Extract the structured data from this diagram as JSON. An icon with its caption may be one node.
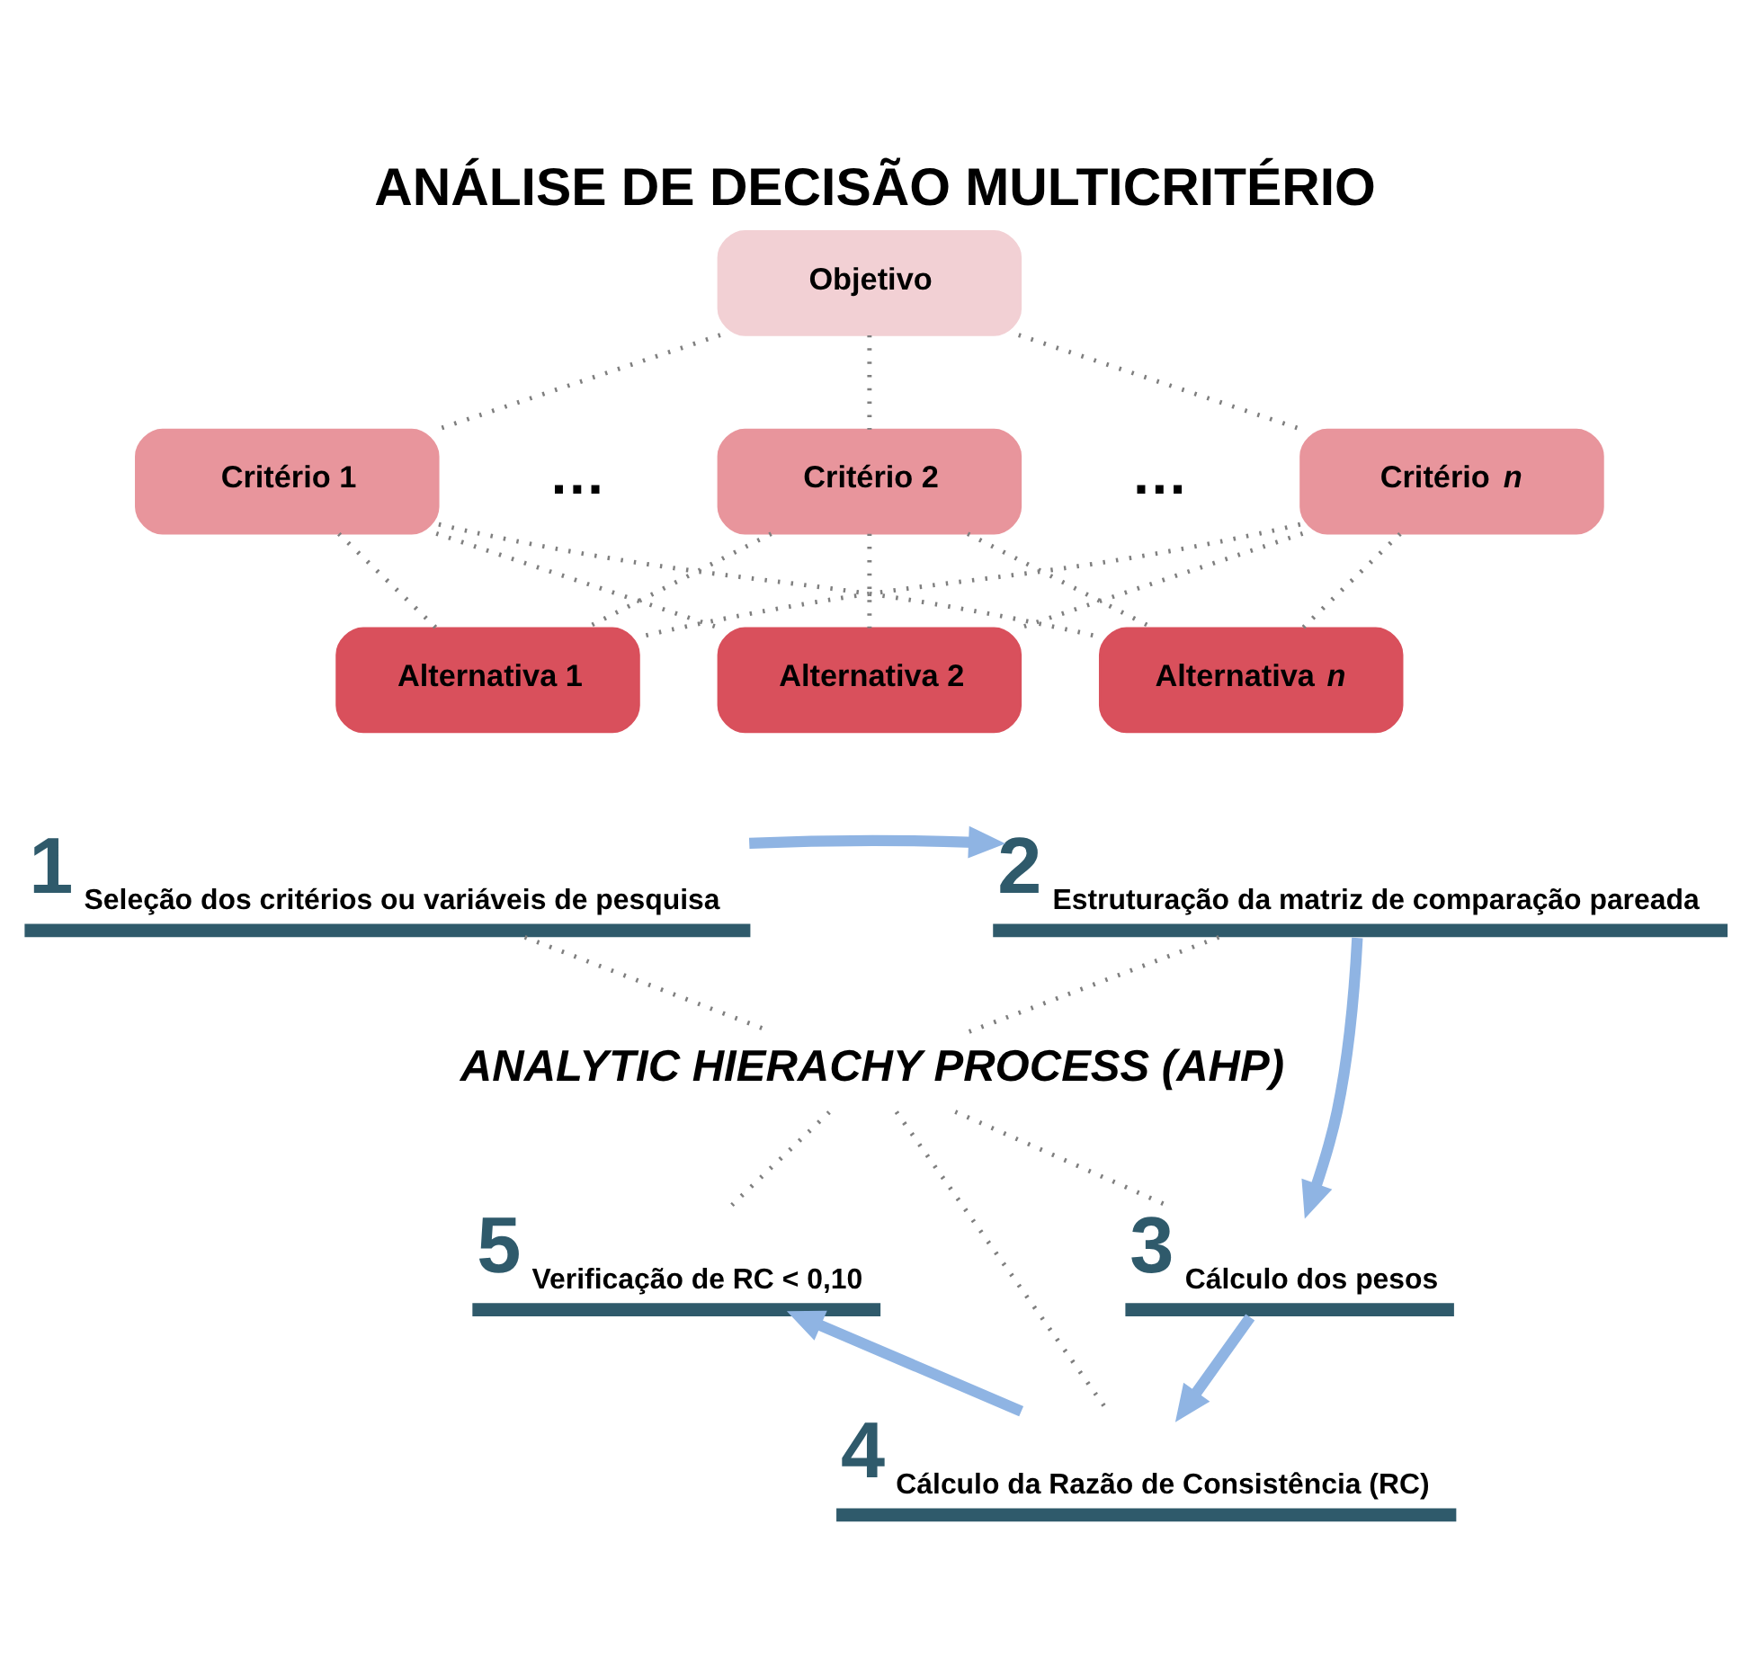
{
  "diagram": {
    "title": "ANÁLISE DE DECISÃO MULTICRITÉRIO",
    "nodes": [
      {
        "text": [
          "Objetivo"
        ]
      },
      {
        "text": [
          "Critério 1"
        ]
      },
      {
        "text": [
          "Critério 2"
        ]
      },
      {
        "text": [
          "Critério *n*"
        ]
      },
      {
        "text": [
          "Alternativa 1"
        ]
      },
      {
        "text": [
          "Alternativa 2"
        ]
      },
      {
        "text": [
          "Alternativa *n*"
        ]
      },
      {
        "text": [
          "1",
          "Seleção dos critérios ou variáveis de pesquisa"
        ]
      },
      {
        "text": [
          "2",
          "Estruturação da matriz de comparação pareada"
        ]
      },
      {
        "text": [
          "ANALYTIC HIERACHY PROCESS (AHP)"
        ]
      },
      {
        "text": [
          "5",
          "Verificação de RC < 0,10"
        ]
      },
      {
        "text": [
          "3",
          "Cálculo dos pesos"
        ]
      },
      {
        "text": [
          "4",
          "Cálculo da Razão de Consistência (RC)"
        ]
      }
    ],
    "edges": [
      {
        "from": 0,
        "to": 1,
        "arrow": "none",
        "style": "dashed"
      },
      {
        "from": 0,
        "to": 2,
        "arrow": "none",
        "style": "dashed"
      },
      {
        "from": 0,
        "to": 3,
        "arrow": "none",
        "style": "dashed"
      },
      {
        "from": 1,
        "to": 4,
        "arrow": "none",
        "style": "dashed"
      },
      {
        "from": 1,
        "to": 5,
        "arrow": "none",
        "style": "dashed"
      },
      {
        "from": 1,
        "to": 6,
        "arrow": "none",
        "style": "dashed"
      },
      {
        "from": 2,
        "to": 4,
        "arrow": "none",
        "style": "dashed"
      },
      {
        "from": 2,
        "to": 5,
        "arrow": "none",
        "style": "dashed"
      },
      {
        "from": 2,
        "to": 6,
        "arrow": "none",
        "style": "dashed"
      },
      {
        "from": 3,
        "to": 4,
        "arrow": "none",
        "style": "dashed"
      },
      {
        "from": 3,
        "to": 5,
        "arrow": "none",
        "style": "dashed"
      },
      {
        "from": 3,
        "to": 6,
        "arrow": "none",
        "style": "dashed"
      },
      {
        "from": 7,
        "to": 9,
        "arrow": "none",
        "style": "dashed"
      },
      {
        "from": 8,
        "to": 9,
        "arrow": "none",
        "style": "dashed"
      },
      {
        "from": 9,
        "to": 10,
        "arrow": "none",
        "style": "dashed"
      },
      {
        "from": 9,
        "to": 11,
        "arrow": "none",
        "style": "dashed"
      },
      {
        "from": 9,
        "to": 12,
        "arrow": "none",
        "style": "dashed"
      },
      {
        "from": 7,
        "to": 8,
        "arrow": "to",
        "style": "thick",
        "color": "#8fb4e3"
      },
      {
        "from": 8,
        "to": 11,
        "arrow": "to",
        "style": "thick",
        "color": "#8fb4e3"
      },
      {
        "from": 11,
        "to": 12,
        "arrow": "to",
        "style": "thick",
        "color": "#8fb4e3"
      },
      {
        "from": 12,
        "to": 10,
        "arrow": "to",
        "style": "thick",
        "color": "#8fb4e3"
      }
    ],
    "labels": [
      "…",
      "…"
    ]
  }
}
